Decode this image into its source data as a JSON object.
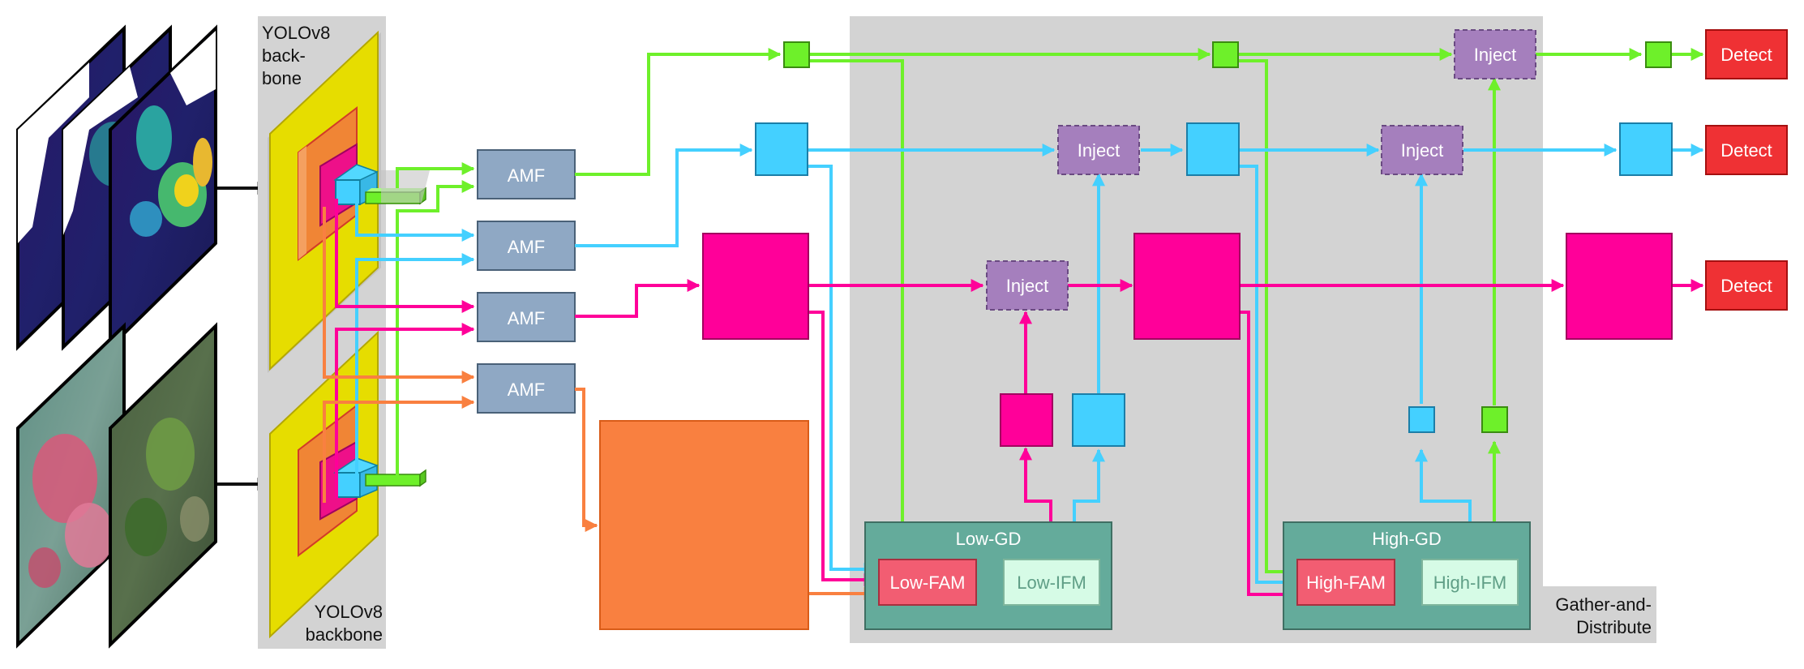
{
  "labels": {
    "backbone_top": [
      "YOLOv8",
      "back-",
      "bone"
    ],
    "backbone_bottom": [
      "YOLOv8",
      "backbone"
    ],
    "gather": [
      "Gather-and-",
      "Distribute"
    ],
    "amf": "AMF",
    "inject": "Inject",
    "detect": "Detect",
    "low_gd": "Low-GD",
    "high_gd": "High-GD",
    "low_fam": "Low-FAM",
    "low_ifm": "Low-IFM",
    "high_fam": "High-FAM",
    "high_ifm": "High-IFM"
  },
  "colors": {
    "green": "#6ef02a",
    "cyan": "#44d0ff",
    "magenta": "#ff0099",
    "orange": "#f98040",
    "amf": "#8fa8c4",
    "inject": "#a57fbd",
    "detect": "#ef3134",
    "gd_box": "#64ab9b",
    "fam": "#f25d72",
    "ifm": "#d6fbe6",
    "gray_panel": "#d3d3d3",
    "yellow": "#e6dd00"
  },
  "icons": [
    "density-map-stack",
    "aerial-image-stack",
    "backbone-pyramid-top",
    "backbone-pyramid-bottom"
  ]
}
